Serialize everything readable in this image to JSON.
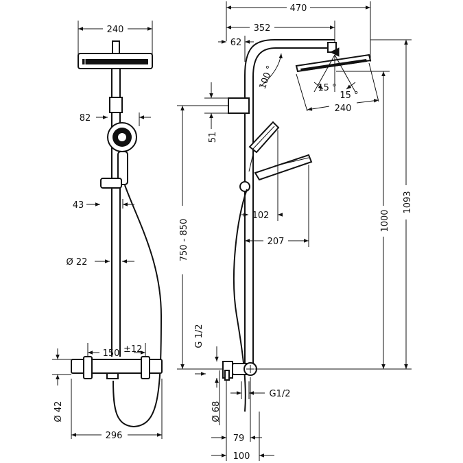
{
  "front_view": {
    "head_width": "240",
    "handshower_offset": "82",
    "holder_offset": "43",
    "pipe_diameter": "Ø 22",
    "mixer_centers": "150",
    "mixer_tolerance": "±12",
    "mixer_height": "Ø 42",
    "mixer_width": "296"
  },
  "side_view": {
    "total_reach": "470",
    "arm_reach": "352",
    "arm_offset": "62",
    "arm_angle": "100 °",
    "tilt_left": "15 °",
    "tilt_right": "15 °",
    "head_width": "240",
    "slider_height": "51",
    "outlet_height": "750 - 850",
    "hand_depth": "102",
    "hand_reach": "207",
    "height_inner": "1000",
    "height_total": "1093",
    "inlet_thread": "G 1/2",
    "outlet_thread": "G1/2",
    "escutcheon_diameter": "Ø 68",
    "inlet_projection": "79",
    "total_projection": "100"
  }
}
